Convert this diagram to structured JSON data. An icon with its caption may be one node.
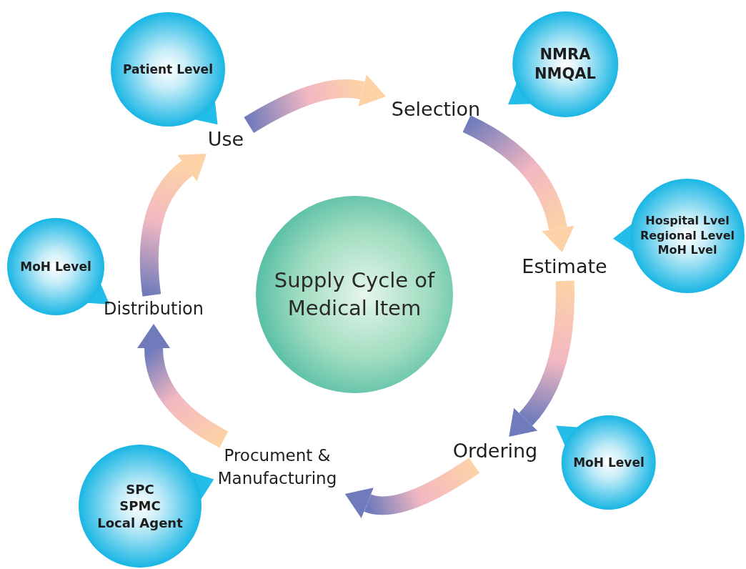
{
  "diagram": {
    "nodes": [
      {
        "text": [
          "Supply Cycle of Medical Item"
        ]
      },
      {
        "text": [
          "Patient Level"
        ]
      },
      {
        "text": [
          "Use"
        ]
      },
      {
        "text": [
          "Selection"
        ]
      },
      {
        "text": [
          "NMRA",
          "NMQAL"
        ]
      },
      {
        "text": [
          "Hospital Lvel",
          "Regional Level",
          "MoH Lvel"
        ]
      },
      {
        "text": [
          "Estimate"
        ]
      },
      {
        "text": [
          "MoH Level"
        ]
      },
      {
        "text": [
          "Distribution"
        ]
      },
      {
        "text": [
          "Ordering"
        ]
      },
      {
        "text": [
          "MoH Level"
        ]
      },
      {
        "text": [
          "Procument & Manufacturing"
        ]
      },
      {
        "text": [
          "SPC",
          "SPMC",
          "Local Agent"
        ]
      }
    ],
    "edges": [
      {
        "from": 2,
        "to": 3,
        "arrow": "to"
      },
      {
        "from": 3,
        "to": 6,
        "arrow": "to"
      },
      {
        "from": 6,
        "to": 9,
        "arrow": "to"
      },
      {
        "from": 9,
        "to": 11,
        "arrow": "to"
      },
      {
        "from": 11,
        "to": 8,
        "arrow": "to"
      },
      {
        "from": 8,
        "to": 2,
        "arrow": "to"
      }
    ]
  }
}
